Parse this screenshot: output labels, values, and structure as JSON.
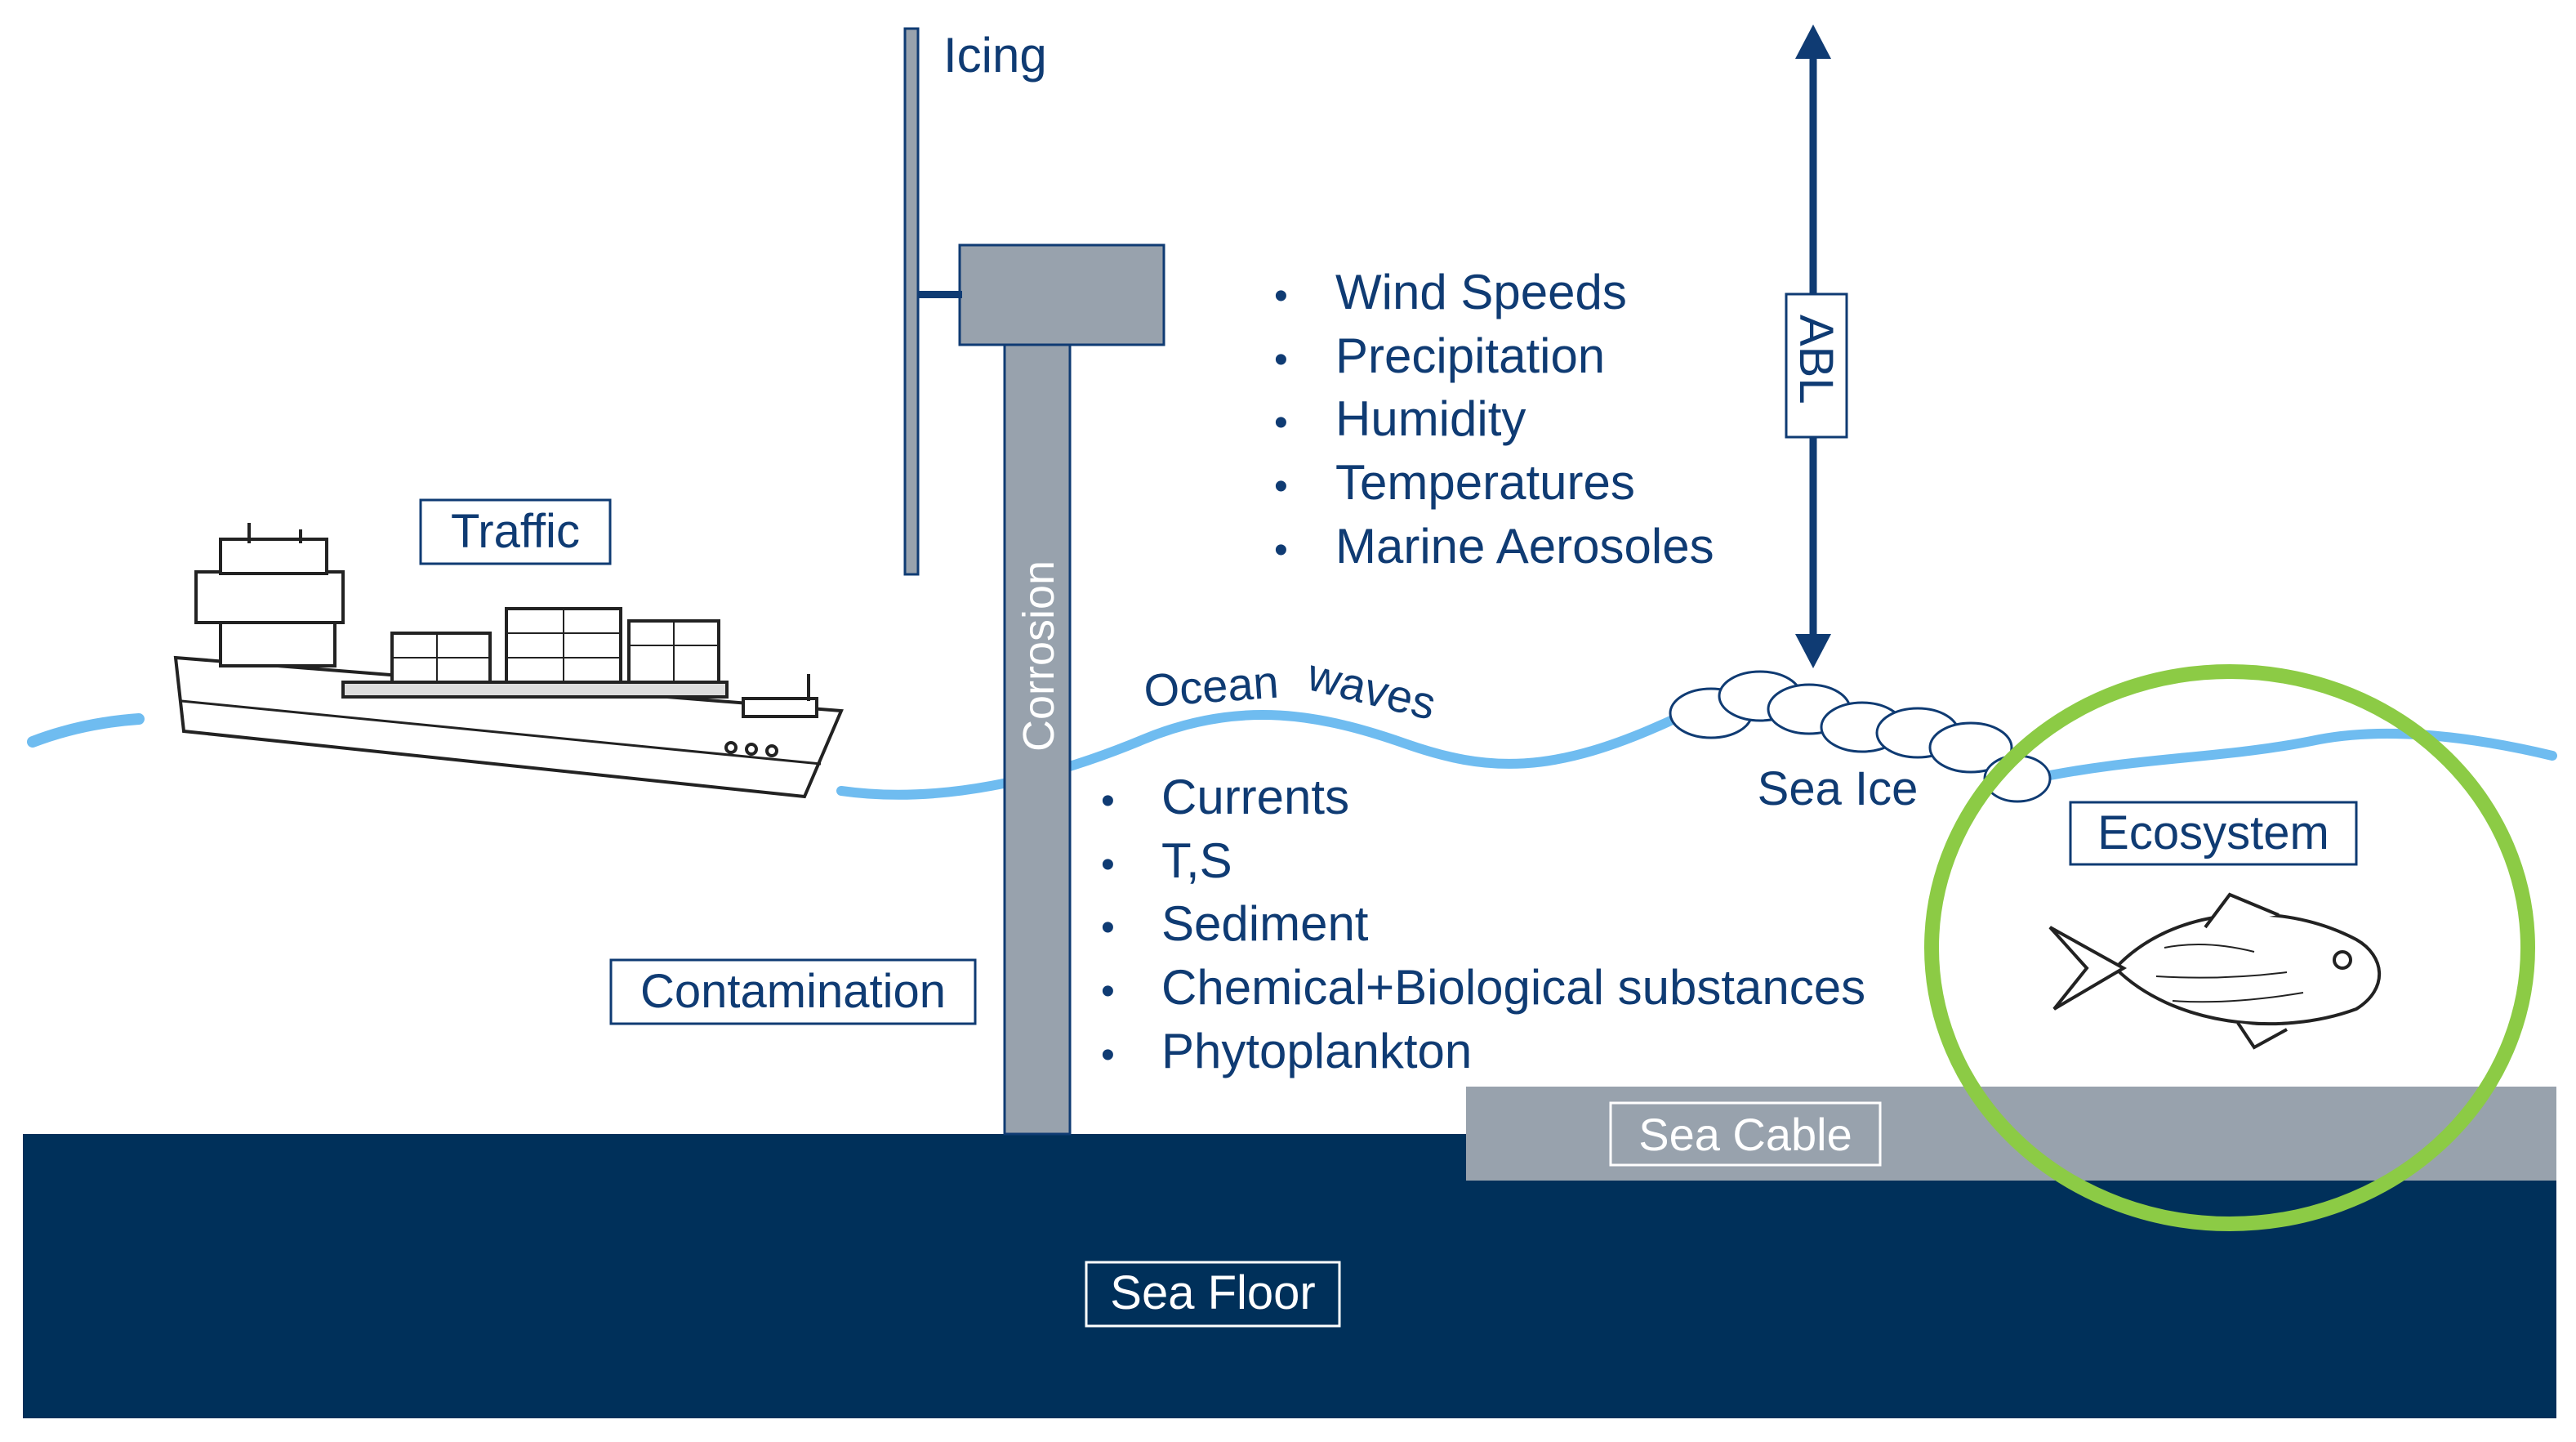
{
  "labels": {
    "icing": "Icing",
    "traffic": "Traffic",
    "corrosion": "Corrosion",
    "abl": "ABL",
    "ocean": "Ocean",
    "waves": "waves",
    "sea_ice": "Sea Ice",
    "ecosystem": "Ecosystem",
    "contamination": "Contamination",
    "sea_cable": "Sea Cable",
    "sea_floor": "Sea Floor"
  },
  "atmosphere_list": [
    "Wind Speeds",
    "Precipitation",
    "Humidity",
    "Temperatures",
    "Marine Aerosoles"
  ],
  "ocean_list": [
    "Currents",
    "T,S",
    "Sediment",
    "Chemical+Biological substances",
    "Phytoplankton"
  ],
  "bullet_char": "•",
  "icons": {
    "ship": "container-ship-icon",
    "fish": "fish-icon",
    "turbine": "wind-turbine-icon"
  },
  "colors": {
    "text_navy": "#0f3b73",
    "sea_floor": "#00305a",
    "structure_gray": "#98a2ad",
    "wave_blue": "#6fbcf0",
    "highlight_green": "#8ccb45"
  }
}
